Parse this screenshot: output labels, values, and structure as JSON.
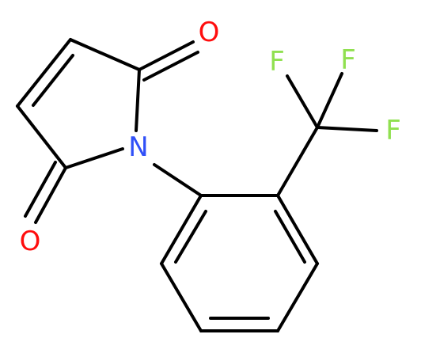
{
  "molecule": {
    "atoms": {
      "o_top": {
        "label": "O",
        "color": "#ff0d0d"
      },
      "o_bottom": {
        "label": "O",
        "color": "#ff0d0d"
      },
      "n": {
        "label": "N",
        "color": "#3050f8"
      },
      "f1": {
        "label": "F",
        "color": "#90e050"
      },
      "f2": {
        "label": "F",
        "color": "#90e050"
      },
      "f3": {
        "label": "F",
        "color": "#90e050"
      }
    },
    "bond_color": "#000000"
  }
}
